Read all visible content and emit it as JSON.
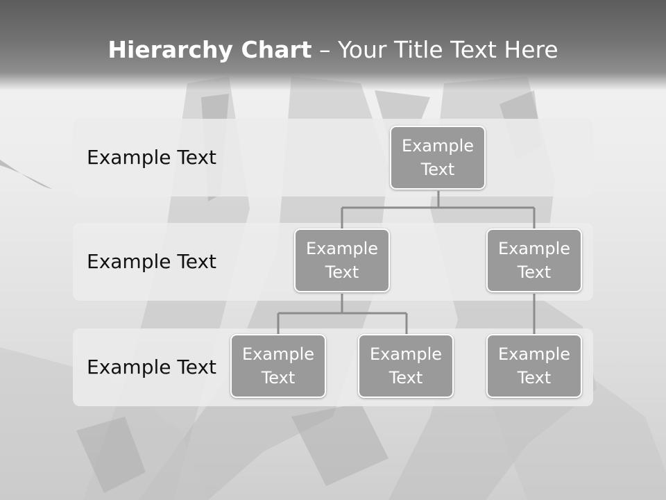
{
  "slide": {
    "title_bold": "Hierarchy Chart",
    "title_rest": " – Your Title Text Here"
  },
  "levels": [
    {
      "label": "Example Text"
    },
    {
      "label": "Example Text"
    },
    {
      "label": "Example Text"
    }
  ],
  "nodes": {
    "root": "Example Text",
    "child_left": "Example Text",
    "child_right": "Example Text",
    "grandchild_1": "Example Text",
    "grandchild_2": "Example Text",
    "grandchild_3": "Example Text"
  },
  "colors": {
    "node_fill": "#9a9a9a",
    "node_border": "#ffffff",
    "connector": "#8c8c8c",
    "band_fill": "#ececec",
    "header": "#6a6a6a"
  }
}
